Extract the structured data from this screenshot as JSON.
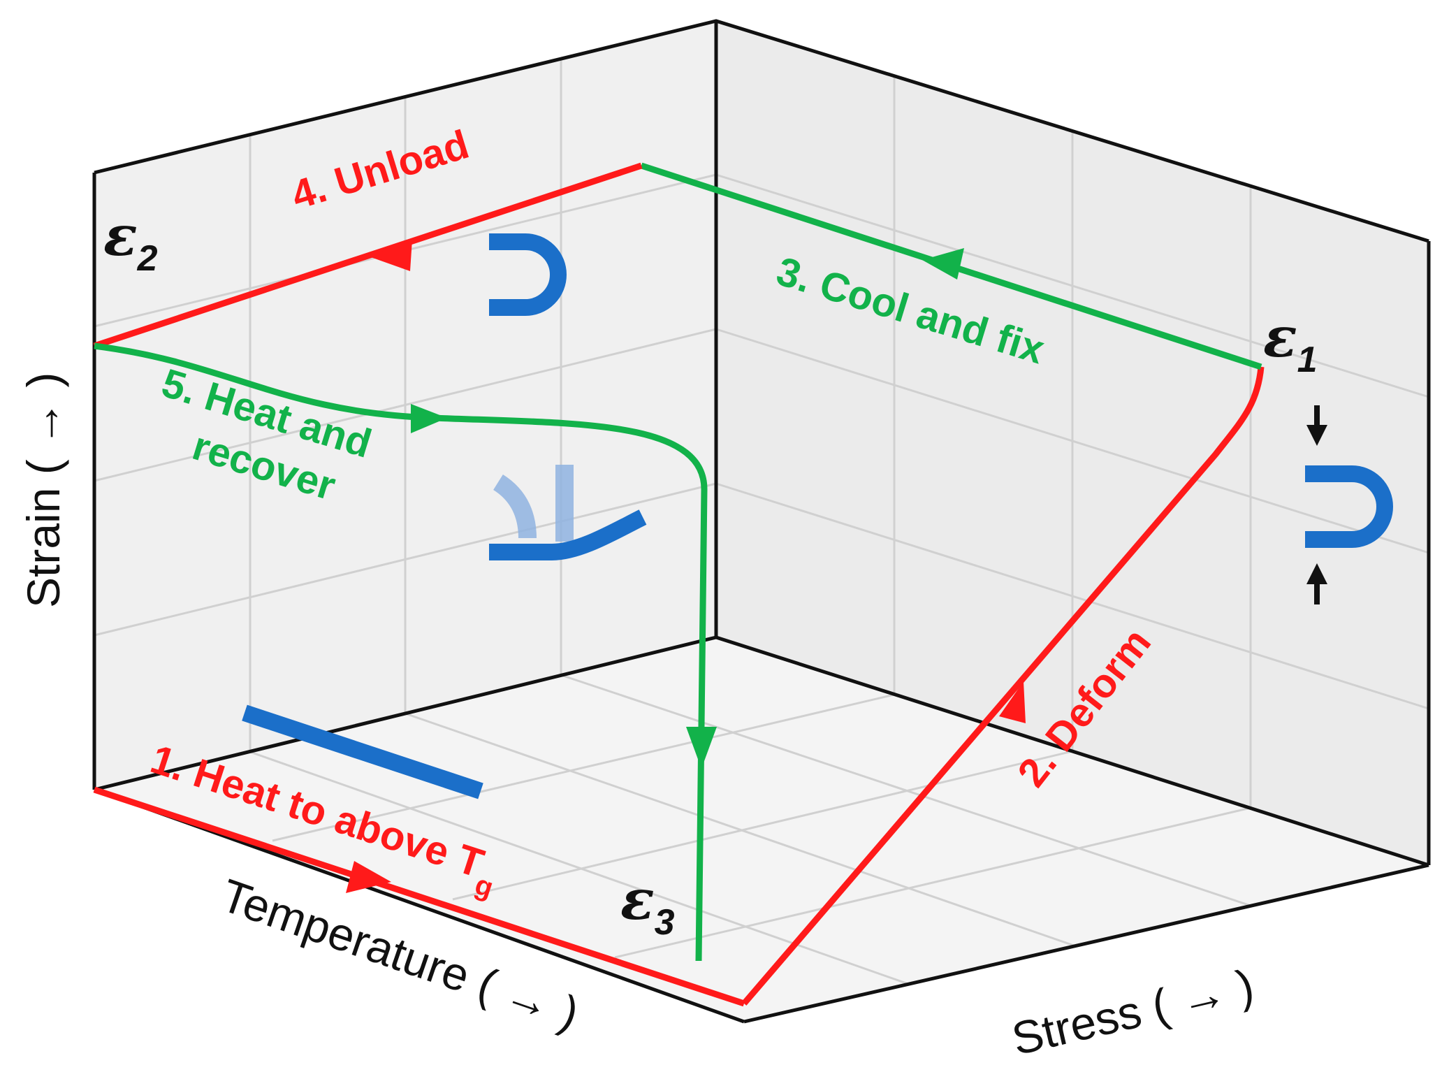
{
  "axes": {
    "strain": "Strain ( → )",
    "temperature": "Temperature ( → )",
    "stress": "Stress ( → )"
  },
  "steps": {
    "step1": {
      "text": "1. Heat to above T",
      "sub": "g",
      "color": "#ff1a1a"
    },
    "step2": {
      "text": "2. Deform",
      "color": "#ff1a1a"
    },
    "step3": {
      "text": "3. Cool and fix",
      "color": "#12b24a"
    },
    "step4": {
      "text": "4. Unload",
      "color": "#ff1a1a"
    },
    "step5": {
      "line1": "5. Heat and",
      "line2": "recover",
      "color": "#12b24a"
    }
  },
  "strain_points": {
    "e1": {
      "symbol": "ε",
      "sub": "1"
    },
    "e2": {
      "symbol": "ε",
      "sub": "2"
    },
    "e3": {
      "symbol": "ε",
      "sub": "3"
    }
  },
  "colors": {
    "specimen": "#1b6fc9",
    "specimen_faded": "#8fb3e0",
    "grid": "#d0d0d0",
    "wall": "#f0f0f0"
  },
  "icons": [
    "flat-specimen-icon",
    "bent-specimen-icon",
    "recovering-specimen-icon",
    "compression-arrow-icon"
  ]
}
